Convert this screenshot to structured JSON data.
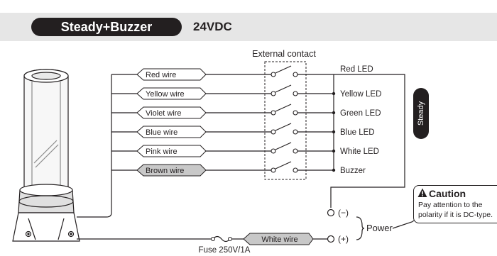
{
  "header": {
    "mode_label": "Steady+Buzzer",
    "voltage": "24VDC"
  },
  "external_contact_label": "External contact",
  "wires": [
    {
      "label": "Red wire",
      "output": "Red LED",
      "fill": "#ffffff"
    },
    {
      "label": "Yellow wire",
      "output": "Yellow LED",
      "fill": "#ffffff"
    },
    {
      "label": "Violet wire",
      "output": "Green LED",
      "fill": "#ffffff"
    },
    {
      "label": "Blue wire",
      "output": "Blue LED",
      "fill": "#ffffff"
    },
    {
      "label": "Pink wire",
      "output": "White LED",
      "fill": "#ffffff"
    },
    {
      "label": "Brown wire",
      "output": "Buzzer",
      "fill": "#c8c8c8"
    }
  ],
  "steady_tab": "Steady",
  "power": {
    "negative": "(−)",
    "positive": "(+)",
    "label": "Power",
    "white_wire": "White wire",
    "fuse": "Fuse 250V/1A"
  },
  "caution": {
    "title": "Caution",
    "line1": "Pay attention to the",
    "line2": "polarity if it is DC-type.",
    "icon": "warning-icon"
  },
  "colors": {
    "ink": "#231f20",
    "band": "#e6e6e6",
    "brown_wire_fill": "#c8c8c8"
  }
}
